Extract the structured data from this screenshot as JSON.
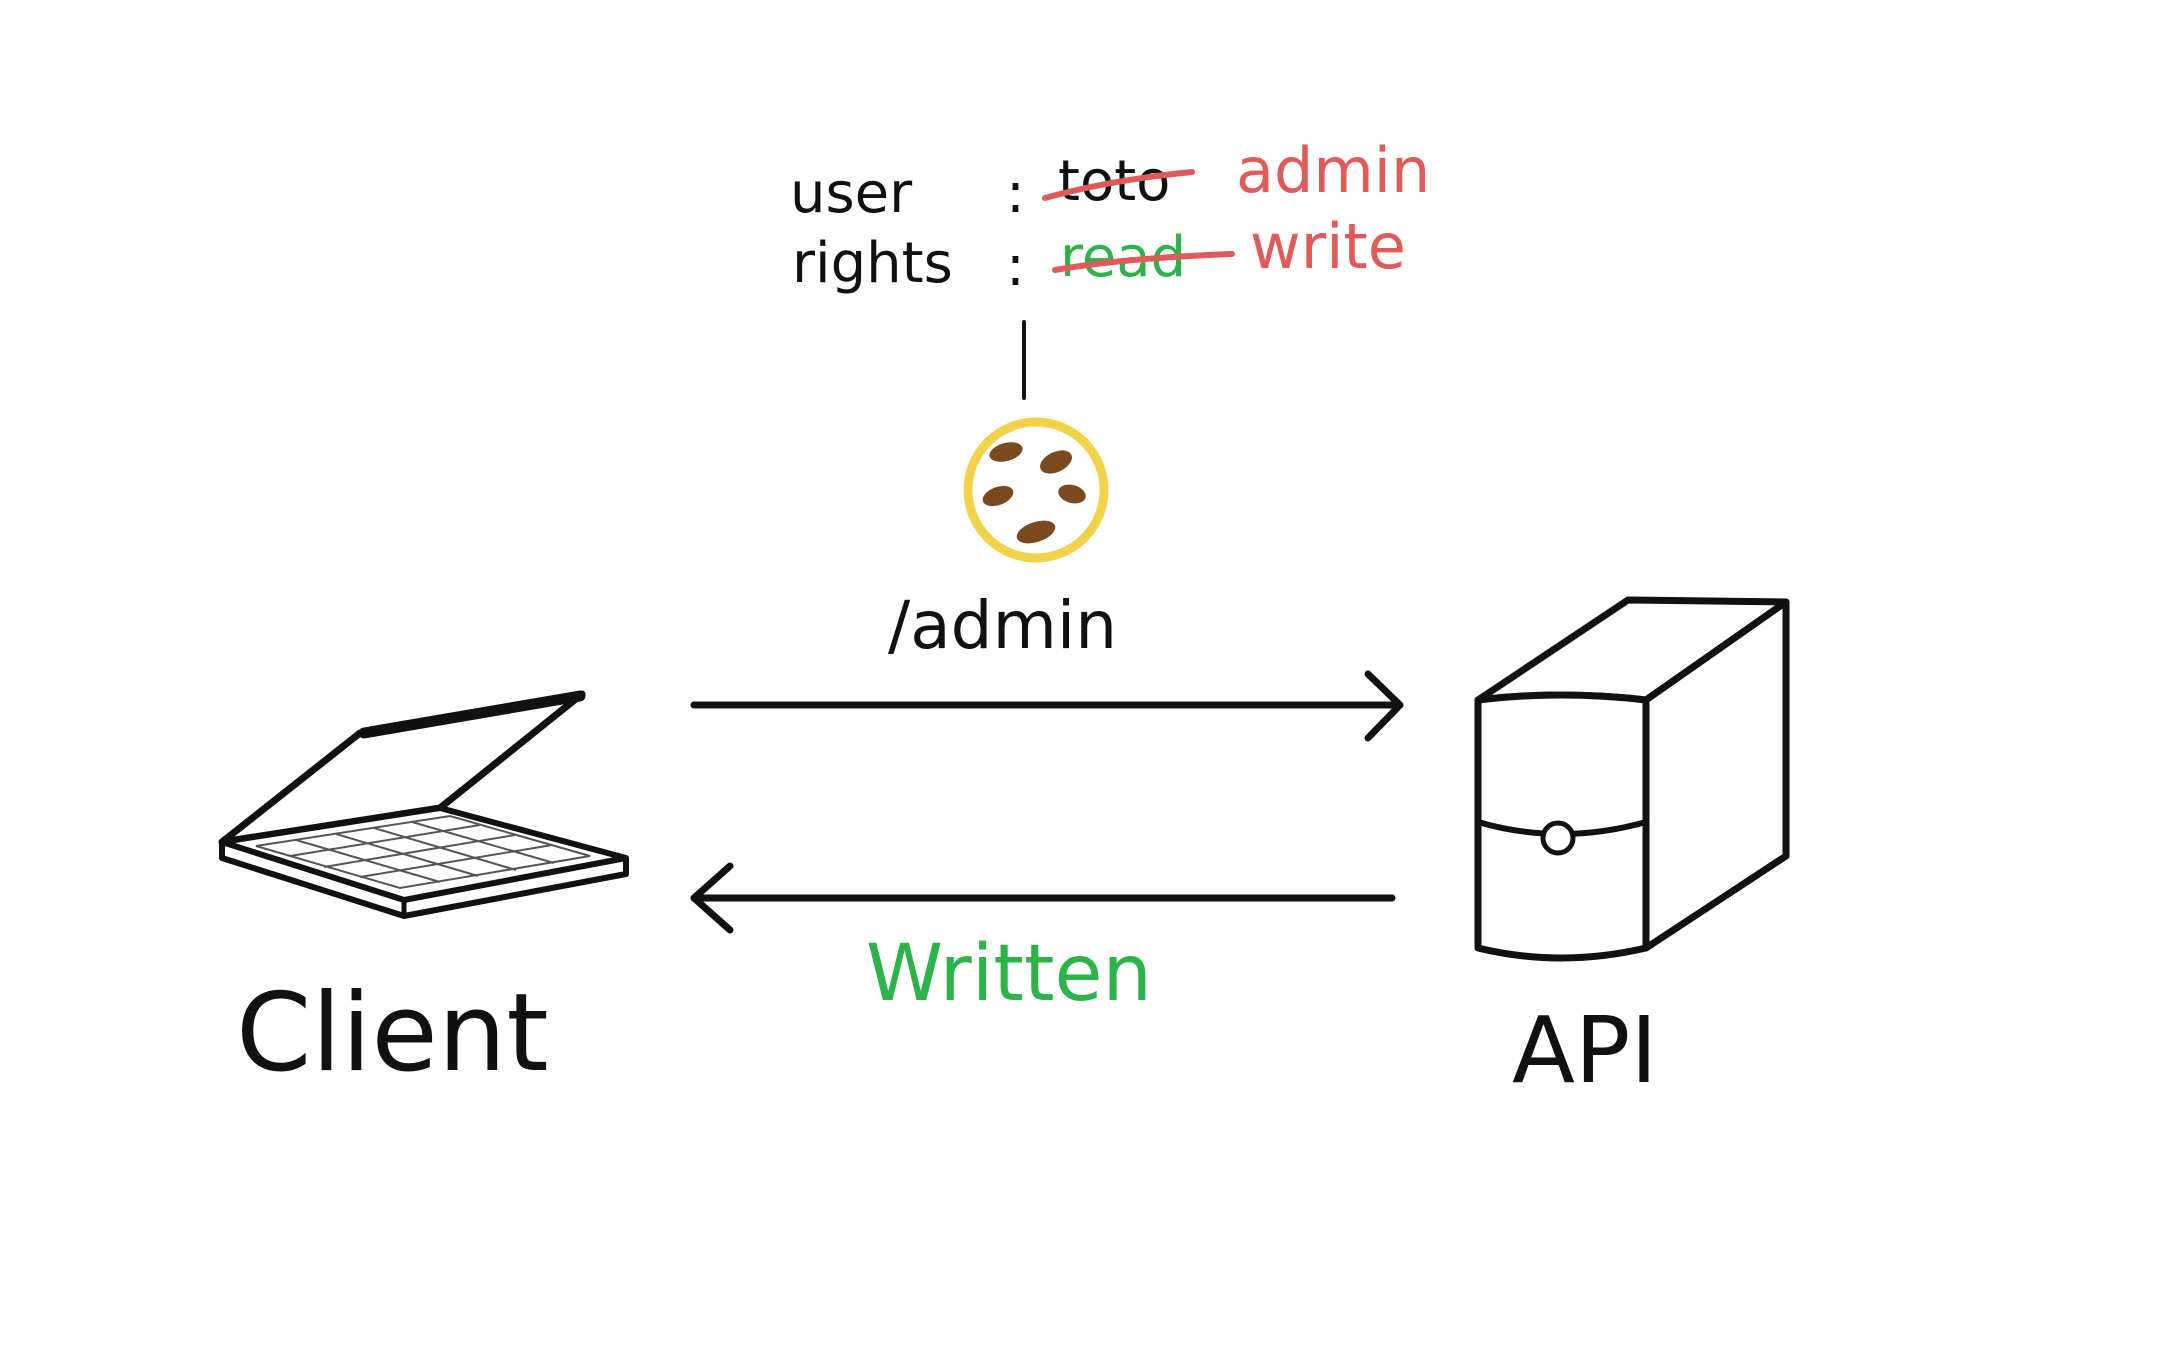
{
  "cookie": {
    "user_label": "user",
    "user_separator": ":",
    "user_old_value": "toto",
    "user_new_value": "admin",
    "rights_label": "rights",
    "rights_separator": ":",
    "rights_old_value": "read",
    "rights_new_value": "write"
  },
  "request": {
    "path": "/admin"
  },
  "response": {
    "label": "Written"
  },
  "nodes": {
    "client": "Client",
    "api": "API"
  },
  "colors": {
    "ink": "#111111",
    "edit_red": "#e05a5a",
    "green": "#2db34a",
    "cookie_edge": "#f2d24a",
    "cookie_chip": "#7a4a1e"
  }
}
